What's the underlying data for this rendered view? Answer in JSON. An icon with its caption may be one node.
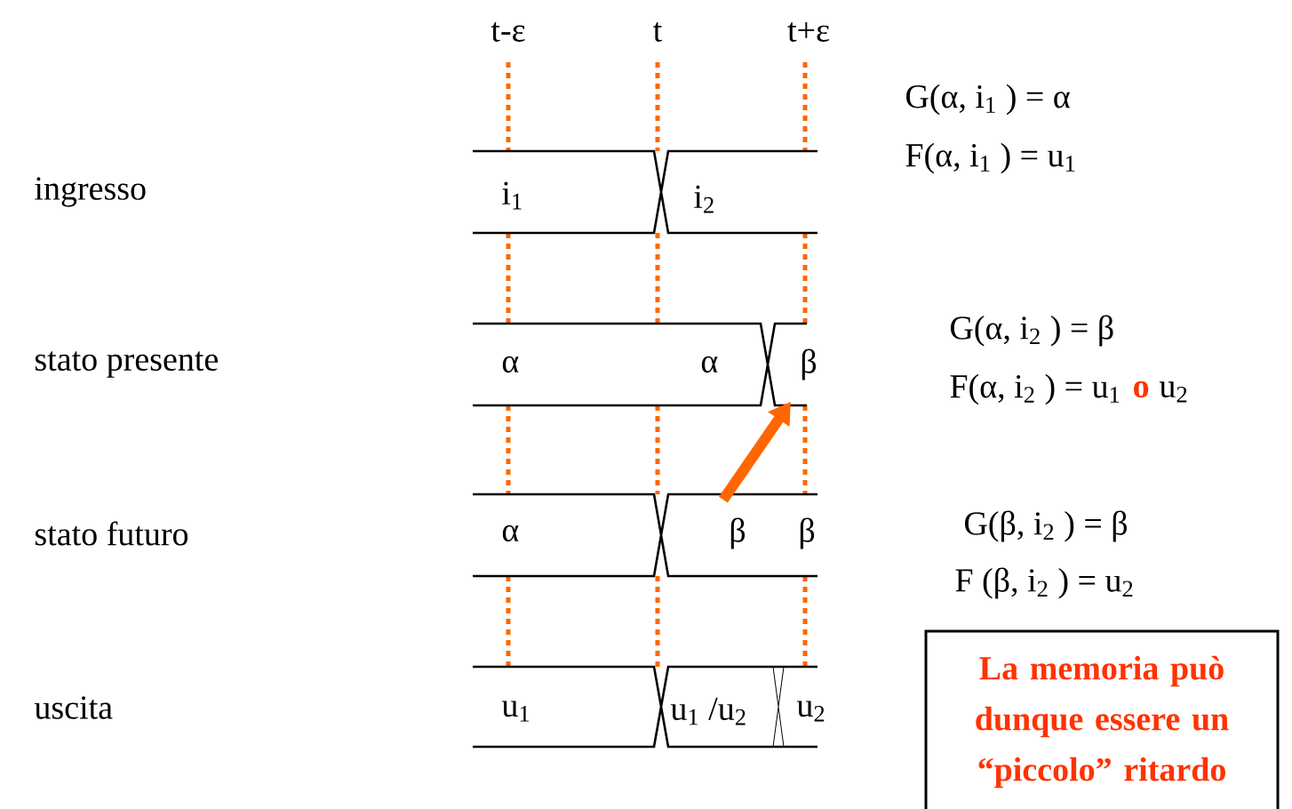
{
  "diagram": {
    "nodes": [
      {
        "text": [
          "β"
        ]
      },
      {
        "text": [
          "β"
        ]
      },
      {
        "text": [
          "La memoria può dunque essere un “piccolo” ritardo"
        ]
      }
    ],
    "edges": [
      {
        "from": 1,
        "to": 0,
        "arrow": "to"
      }
    ],
    "labels": [
      "t-ε",
      "t",
      "t+ε",
      "G(α, i$_{1}$ ) = α",
      "F(α, i$_{1}$ ) = u$_{1}$",
      "ingresso",
      "i$_{1}$",
      "i$_{2}$",
      "stato presente",
      "α",
      "α",
      "G(α, i$_{2}$ ) = β",
      "F(α, i$_{2}$ ) = u$_{1}$",
      "o",
      "u$_{2}$",
      "stato futuro",
      "α",
      "β",
      "G(β, i$_{2}$ ) = β",
      "F (β, i$_{2}$ ) = u$_{2}$",
      "uscita",
      "u$_{1}$",
      "u$_{1}$ /u$_{2}$",
      "u$_{2}$"
    ]
  }
}
